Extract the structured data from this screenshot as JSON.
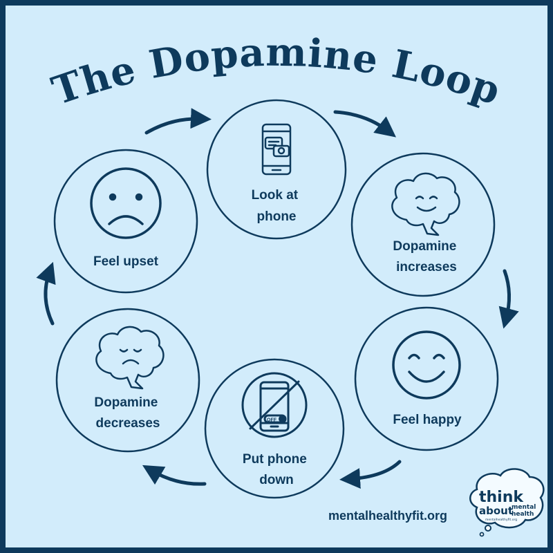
{
  "title": "The Dopamine Loop",
  "nodes": [
    {
      "id": "look-at-phone",
      "lines": [
        "Look at",
        "phone"
      ],
      "icon": "phone-chat-icon"
    },
    {
      "id": "dopamine-increases",
      "lines": [
        "Dopamine",
        "increases"
      ],
      "icon": "happy-brain-icon"
    },
    {
      "id": "feel-happy",
      "lines": [
        "Feel happy"
      ],
      "icon": "smiley-face-icon"
    },
    {
      "id": "put-phone-down",
      "lines": [
        "Put phone",
        "down"
      ],
      "icon": "phone-off-icon"
    },
    {
      "id": "dopamine-decreases",
      "lines": [
        "Dopamine",
        "decreases"
      ],
      "icon": "sad-brain-icon"
    },
    {
      "id": "feel-upset",
      "lines": [
        "Feel upset"
      ],
      "icon": "sad-face-icon"
    }
  ],
  "phone_switch_label": "OFF",
  "footer": {
    "website": "mentalhealthyfit.org",
    "logo": {
      "word1": "think",
      "word2": "about",
      "word3": "mental",
      "word4": "health",
      "small": "mentalhealthyfit.org"
    }
  },
  "colors": {
    "ink": "#0e3a5c",
    "background": "#d2ecfb",
    "border": "#0e3a5c"
  }
}
